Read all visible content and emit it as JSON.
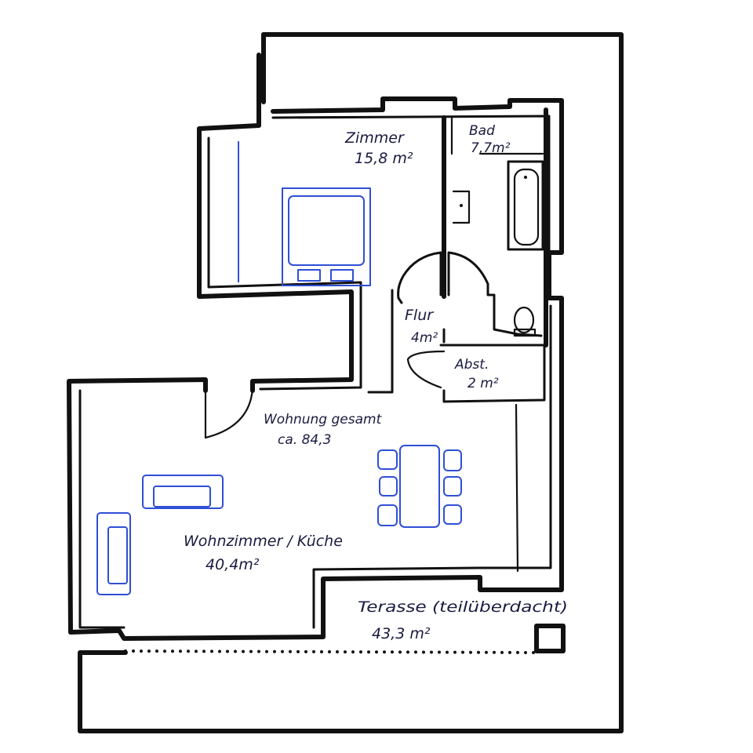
{
  "rooms": {
    "zimmer": {
      "name": "Zimmer",
      "area": "15,8 m²"
    },
    "bad": {
      "name": "Bad",
      "area": "7,7m²"
    },
    "flur": {
      "name": "Flur",
      "area": "4m²"
    },
    "abst": {
      "name": "Abst.",
      "area": "2 m²"
    },
    "wohnen": {
      "name": "Wohnzimmer / Küche",
      "area": "40,4m²"
    },
    "terrasse": {
      "name": "Terasse (teilüberdacht)",
      "area": "43,3 m²"
    }
  },
  "total": {
    "label": "Wohnung gesamt",
    "value": "ca. 84,3"
  },
  "colors": {
    "walls": "#111111",
    "furniture": "#2f4fd6",
    "text": "#1a1a40"
  }
}
